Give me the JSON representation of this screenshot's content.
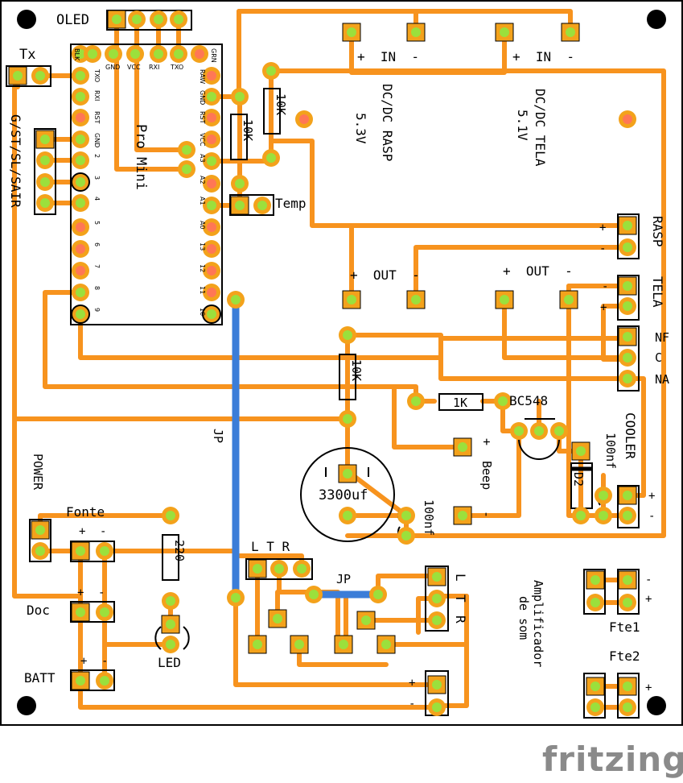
{
  "brand": "fritzing",
  "colors": {
    "trace": "#F7931E",
    "jumper": "#3B7DD8",
    "pad_ring": "#F3A21B",
    "pad_center": "#9BE03C",
    "pad_unused": "#FF7755",
    "board_edge": "#000000"
  },
  "headers": {
    "oled": "OLED",
    "tx": "Tx",
    "gst": "G/ST/SL/SAIR",
    "module": "Pro Mini",
    "temp": "Temp",
    "power": "POWER",
    "fonte": "Fonte",
    "doc": "Doc",
    "batt": "BATT",
    "led": "LED",
    "jp_main": "JP",
    "jp_small": "JP",
    "cooler": "COOLER",
    "beep": "Beep",
    "bc548": "BC548",
    "d2": "D2",
    "fte1": "Fte1",
    "fte2": "Fte2",
    "amp": [
      "Amplificador",
      "de som"
    ],
    "rasp": "RASP",
    "tela": "TELA",
    "nf": "NF",
    "c": "C",
    "na": "NA",
    "ltr": "L T R",
    "ltr_v": [
      "L",
      "T",
      "R"
    ]
  },
  "dcdc": [
    {
      "title": "DC/DC RASP",
      "voltage": "5.3V",
      "in": "+  IN  -",
      "out": "+  OUT  -"
    },
    {
      "title": "DC/DC TELA",
      "voltage": "5.1V",
      "in": "+  IN  -",
      "out": "+  OUT  -"
    }
  ],
  "components": {
    "r_10k_a": "10K",
    "r_10k_b": "10K",
    "r_10k_c": "10K",
    "r_1k": "1K",
    "r_220": "220",
    "cap_big": "3300uf",
    "cap_100nf_a": "100nf",
    "cap_100nf_b": "100nf"
  },
  "promini_pins_top": [
    "BLK",
    "GND",
    "VCC",
    "RXI",
    "TXO",
    "GRN"
  ],
  "promini_pins_left": [
    "TXO",
    "RXI",
    "RST",
    "GND",
    "2",
    "3",
    "4",
    "5",
    "6",
    "7",
    "8",
    "9"
  ],
  "promini_pins_right": [
    "RAW",
    "GND",
    "RST",
    "VCC",
    "A3",
    "A2",
    "A1",
    "A0",
    "13",
    "12",
    "11",
    "10"
  ],
  "polarity": {
    "plus": "+",
    "minus": "-"
  }
}
